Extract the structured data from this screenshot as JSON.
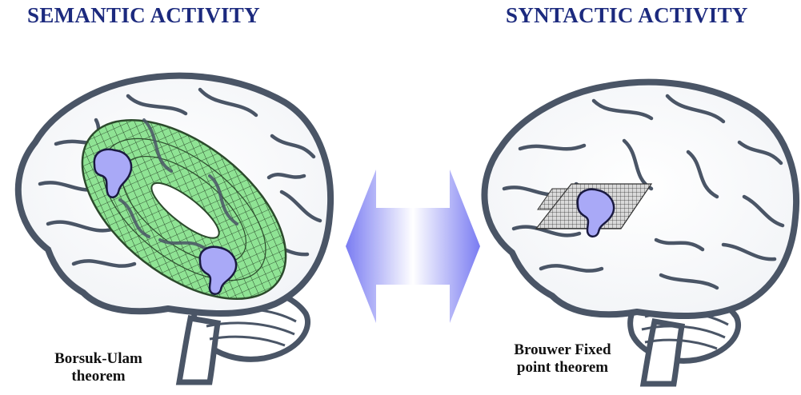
{
  "left_panel": {
    "title": "SEMANTIC ACTIVITY",
    "caption_line1": "Borsuk-Ulam",
    "caption_line2": "theorem"
  },
  "right_panel": {
    "title": "SYNTACTIC ACTIVITY",
    "caption_line1": "Brouwer Fixed",
    "caption_line2": "point theorem"
  },
  "colors": {
    "title": "#1c2a7e",
    "brain_outline": "#4a5566",
    "torus_mesh": "#86e08a",
    "blob_fill": "#a9a9f7",
    "arrow": "#8a8cf5"
  },
  "icons": {
    "left_brain": "brain-with-torus",
    "right_brain": "brain-with-grid",
    "center_arrow": "double-headed-arrow"
  }
}
